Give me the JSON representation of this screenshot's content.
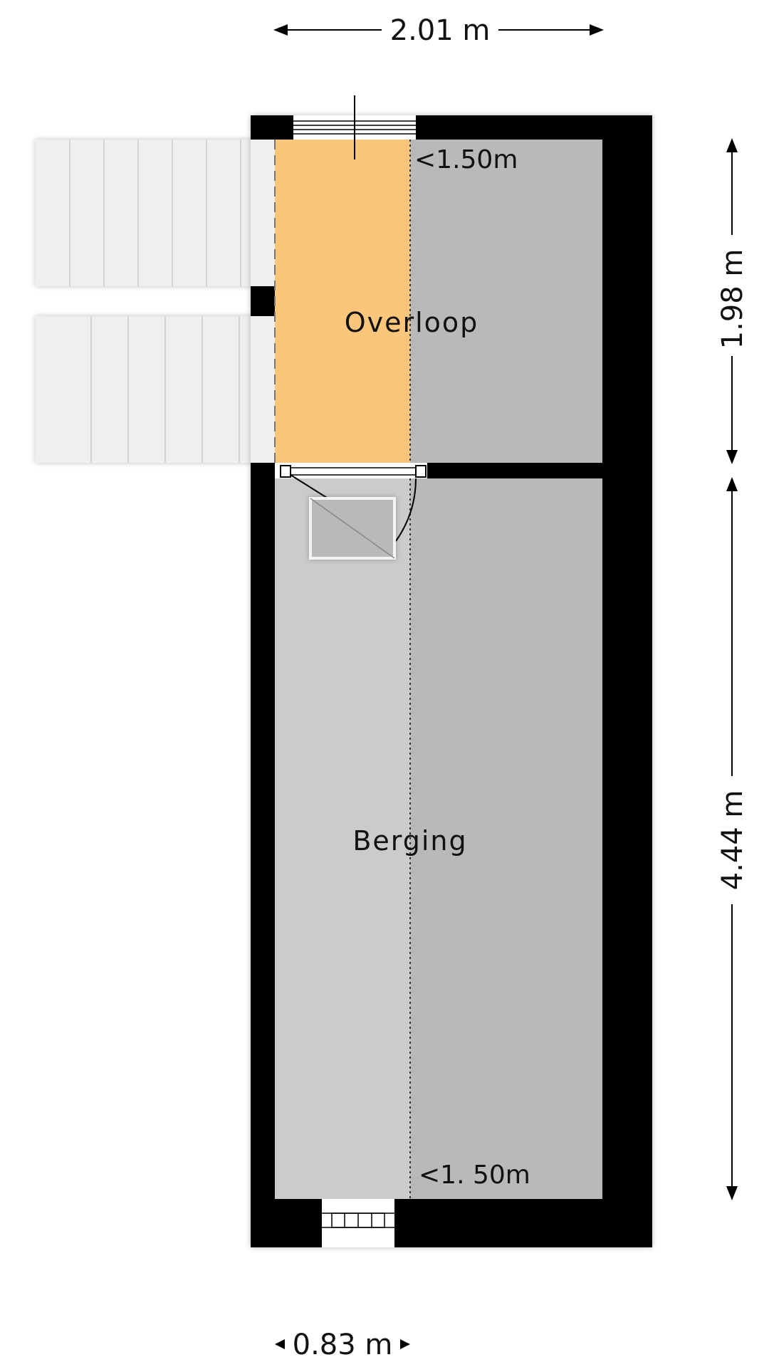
{
  "dimensions": {
    "top_width": "2.01 m",
    "right_upper": "1.98 m",
    "right_lower": "4.44 m",
    "bottom_width": "0.83 m"
  },
  "rooms": {
    "landing": "Overloop",
    "storage": "Berging"
  },
  "height_notes": {
    "upper": "<1.50m",
    "lower": "<1. 50m"
  },
  "colors": {
    "wall": "#000000",
    "landing_fill": "#f9c67b",
    "floor_light": "#cbcbcb",
    "floor_dark": "#b9b9b9",
    "stair_step": "#eeeeee"
  }
}
